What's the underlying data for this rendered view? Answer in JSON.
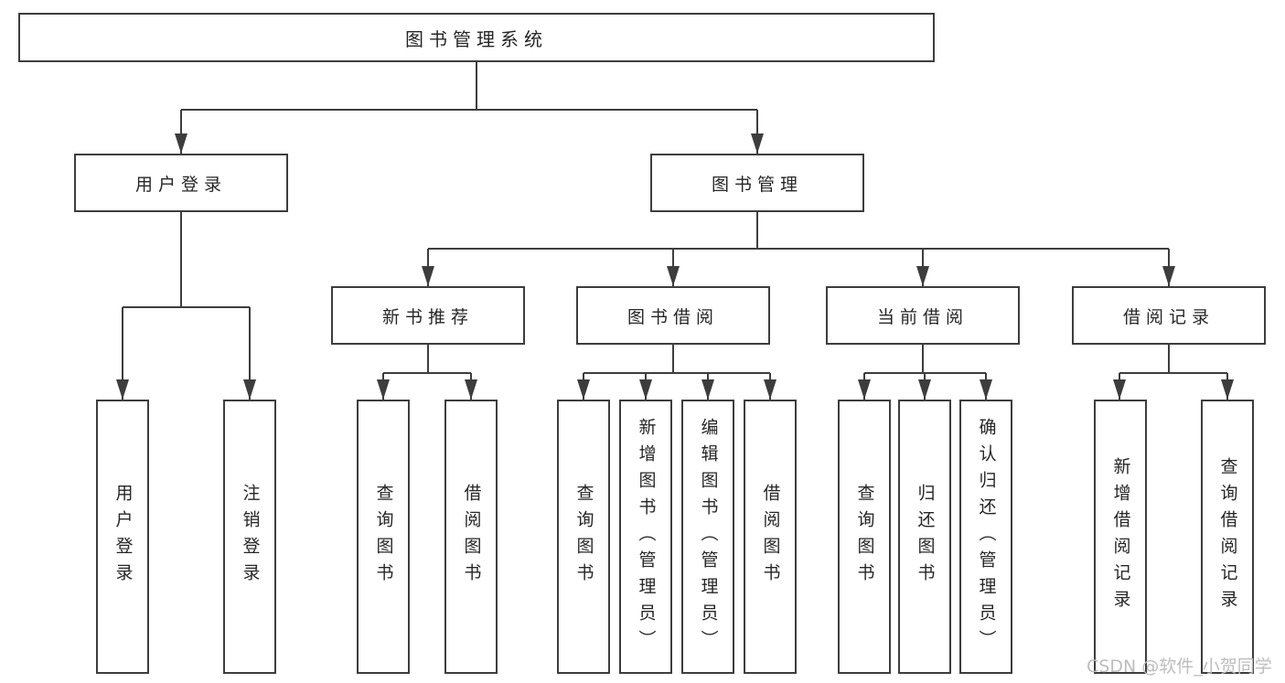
{
  "colors": {
    "line": "#3d3d3d",
    "text": "#262626",
    "watermark": "#bdbdbd",
    "background": "#ffffff"
  },
  "nodes": {
    "root": "图书管理系统",
    "user_login": "用户登录",
    "book_management": "图书管理",
    "login": "用户登录",
    "logout": "注销登录",
    "new_books": "新书推荐",
    "book_borrow": "图书借阅",
    "current_borrow": "当前借阅",
    "borrow_records": "借阅记录",
    "nb_query": "查询图书",
    "nb_borrow": "借阅图书",
    "bb_query": "查询图书",
    "bb_add": "新增图书（管理员）",
    "bb_edit": "编辑图书（管理员）",
    "bb_borrow": "借阅图书",
    "cb_query": "查询图书",
    "cb_return": "归还图书",
    "cb_confirm": "确认归还（管理员）",
    "br_add": "新增借阅记录",
    "br_query": "查询借阅记录"
  },
  "watermark": "CSDN @软件_小贺同学"
}
